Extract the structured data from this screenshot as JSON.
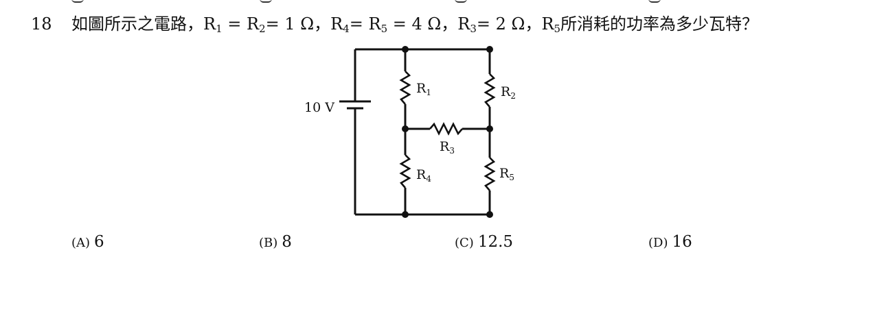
{
  "question": {
    "number": "18",
    "stem_parts": {
      "p1": "如圖所示之電路，R",
      "s1": "1",
      "p2": " = R",
      "s2": "2",
      "p3": "= 1 Ω，R",
      "s3": "4",
      "p4": "= R",
      "s4": "5",
      "p5": " = 4 Ω，R",
      "s5": "3",
      "p6": "= 2 Ω，R",
      "s6": "5",
      "p7": "所消耗的功率為多少瓦特？"
    }
  },
  "circuit": {
    "source_label": "10 V",
    "resistors": [
      {
        "letter": "R",
        "sub": "1"
      },
      {
        "letter": "R",
        "sub": "2"
      },
      {
        "letter": "R",
        "sub": "3"
      },
      {
        "letter": "R",
        "sub": "4"
      },
      {
        "letter": "R",
        "sub": "5"
      }
    ]
  },
  "options": [
    {
      "letter": "(A)",
      "value": "6"
    },
    {
      "letter": "(B)",
      "value": "8"
    },
    {
      "letter": "(C)",
      "value": "12.5"
    },
    {
      "letter": "(D)",
      "value": "16"
    }
  ]
}
